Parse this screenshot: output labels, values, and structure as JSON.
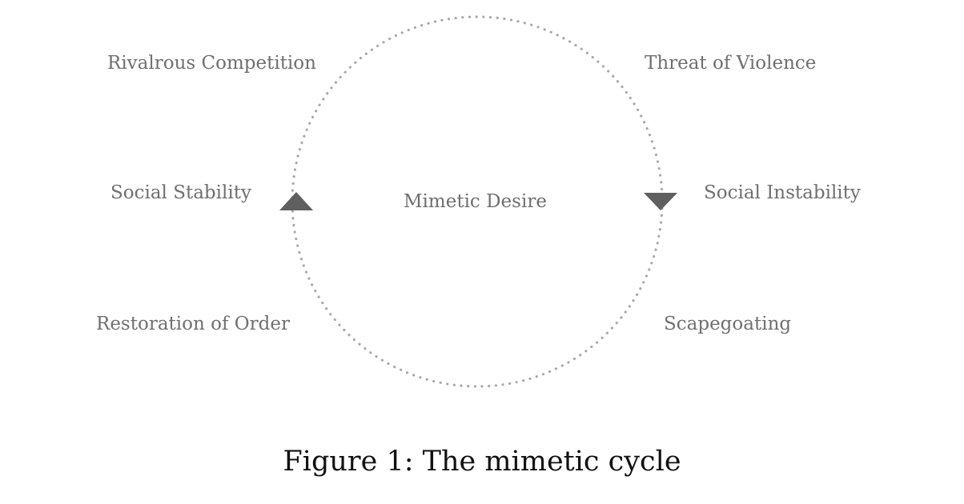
{
  "diagram": {
    "center_label": "Mimetic Desire",
    "stages": {
      "rivalrous_competition": "Rivalrous Competition",
      "threat_of_violence": "Threat of Violence",
      "social_instability": "Social Instability",
      "scapegoating": "Scapegoating",
      "restoration_of_order": "Restoration of Order",
      "social_stability": "Social Stability"
    },
    "colors": {
      "circle_dots": "#a9a9a9",
      "arrowheads": "#5f5f5f",
      "labels": "#6f6f6f",
      "caption": "#111111"
    }
  },
  "caption": "Figure 1: The mimetic cycle"
}
